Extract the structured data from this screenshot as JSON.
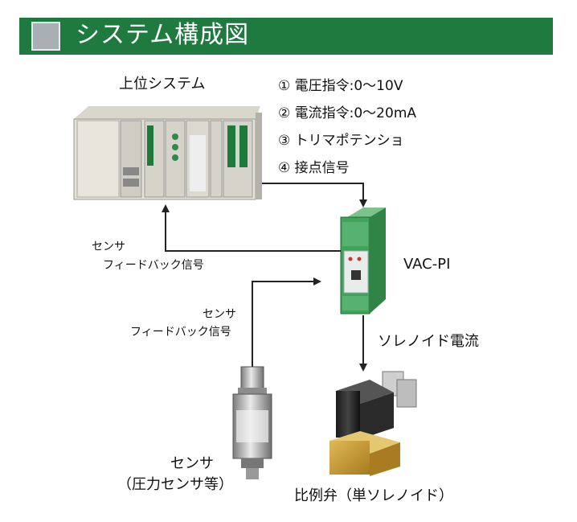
{
  "header": {
    "title": "システム構成図"
  },
  "host": {
    "label": "上位システム"
  },
  "commands": [
    "① 電圧指令:0〜10V",
    "② 電流指令:0〜20mA",
    "③ トリマポテンショ",
    "④ 接点信号"
  ],
  "controller": {
    "label": "VAC-PI"
  },
  "feedback_left": {
    "line1": "センサ",
    "line2": "フィードバック信号"
  },
  "feedback_right": {
    "line1": "センサ",
    "line2": "フィードバック信号"
  },
  "solenoid_current": {
    "label": "ソレノイド電流"
  },
  "sensor": {
    "line1": "センサ",
    "line2": "（圧力センサ等）"
  },
  "valve": {
    "label": "比例弁（単ソレノイド）"
  },
  "colors": {
    "banner": "#1e7a3e",
    "device_green": "#3fa35a",
    "arrow": "#222222"
  }
}
